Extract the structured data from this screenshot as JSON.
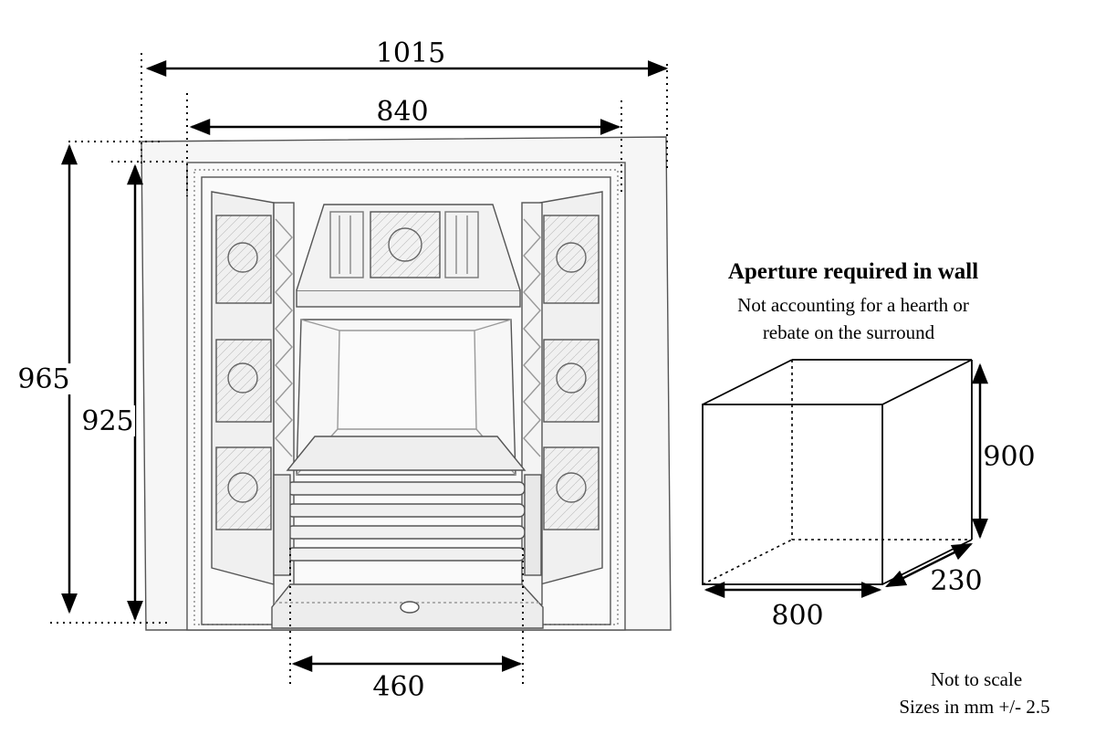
{
  "dimensions": {
    "overall_width": "1015",
    "inner_width": "840",
    "overall_height": "965",
    "inner_height": "925",
    "grate_width": "460"
  },
  "aperture": {
    "title": "Aperture required in wall",
    "subtitle_line1": "Not accounting for a hearth or",
    "subtitle_line2": "rebate on the surround",
    "height": "900",
    "depth": "230",
    "width": "800"
  },
  "footer": {
    "scale_note": "Not to scale",
    "units_note": "Sizes in mm +/- 2.5"
  }
}
